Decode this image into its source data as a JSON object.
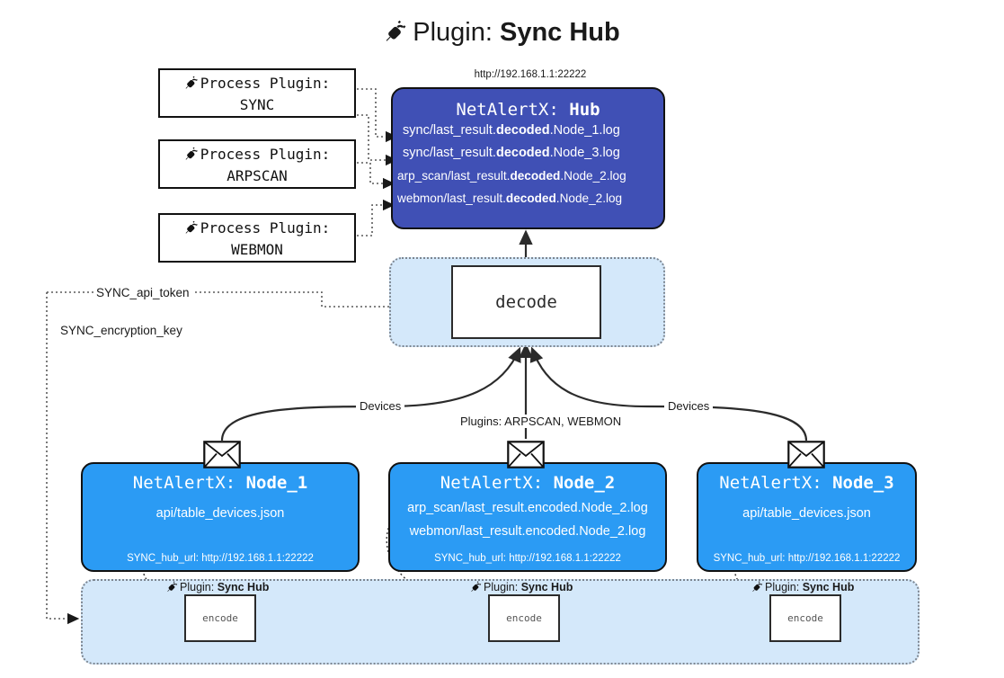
{
  "title": {
    "icon": "plug-icon",
    "prefix": "Plugin: ",
    "name": "Sync Hub"
  },
  "hub": {
    "url_label": "http://192.168.1.1:22222",
    "title_prefix": "NetAlertX: ",
    "title_name": "Hub",
    "color": "#4050b5",
    "log_lines": [
      {
        "pre": "sync/last_result.",
        "bold": "decoded",
        "post": ".Node_1.log"
      },
      {
        "pre": "sync/last_result.",
        "bold": "decoded",
        "post": ".Node_3.log"
      },
      {
        "pre": "arp_scan/last_result.",
        "bold": "decoded",
        "post": ".Node_2.log"
      },
      {
        "pre": "webmon/last_result.",
        "bold": "decoded",
        "post": ".Node_2.log"
      }
    ]
  },
  "process_plugins": [
    {
      "icon": "plug-icon",
      "line1": "Process Plugin:",
      "line2": "SYNC"
    },
    {
      "icon": "plug-icon",
      "line1": "Process Plugin:",
      "line2": "ARPSCAN"
    },
    {
      "icon": "plug-icon",
      "line1": "Process Plugin:",
      "line2": "WEBMON"
    }
  ],
  "decode": {
    "label": "decode",
    "container_color": "#d4e8fa"
  },
  "env_labels": {
    "api_token": "SYNC_api_token",
    "encryption_key": "SYNC_encryption_key"
  },
  "link_labels": {
    "devices_left": "Devices",
    "devices_right": "Devices",
    "plugins_center": "Plugins: ARPSCAN, WEBMON"
  },
  "nodes": [
    {
      "title_prefix": "NetAlertX: ",
      "title_name": "Node_1",
      "lines": [
        "api/table_devices.json"
      ],
      "footer": "SYNC_hub_url: http://192.168.1.1:22222",
      "icon": "envelope-icon",
      "color": "#2b9bf4"
    },
    {
      "title_prefix": "NetAlertX: ",
      "title_name": "Node_2",
      "lines": [
        "arp_scan/last_result.encoded.Node_2.log",
        "webmon/last_result.encoded.Node_2.log"
      ],
      "footer": "SYNC_hub_url: http://192.168.1.1:22222",
      "icon": "envelope-icon",
      "color": "#2b9bf4"
    },
    {
      "title_prefix": "NetAlertX: ",
      "title_name": "Node_3",
      "lines": [
        "api/table_devices.json"
      ],
      "footer": "SYNC_hub_url: http://192.168.1.1:22222",
      "icon": "envelope-icon",
      "color": "#2b9bf4"
    }
  ],
  "encoders": [
    {
      "caption_icon": "plug-icon",
      "caption_prefix": "Plugin: ",
      "caption_name": "Sync Hub",
      "label": "encode"
    },
    {
      "caption_icon": "plug-icon",
      "caption_prefix": "Plugin: ",
      "caption_name": "Sync Hub",
      "label": "encode"
    },
    {
      "caption_icon": "plug-icon",
      "caption_prefix": "Plugin: ",
      "caption_name": "Sync Hub",
      "label": "encode"
    }
  ]
}
